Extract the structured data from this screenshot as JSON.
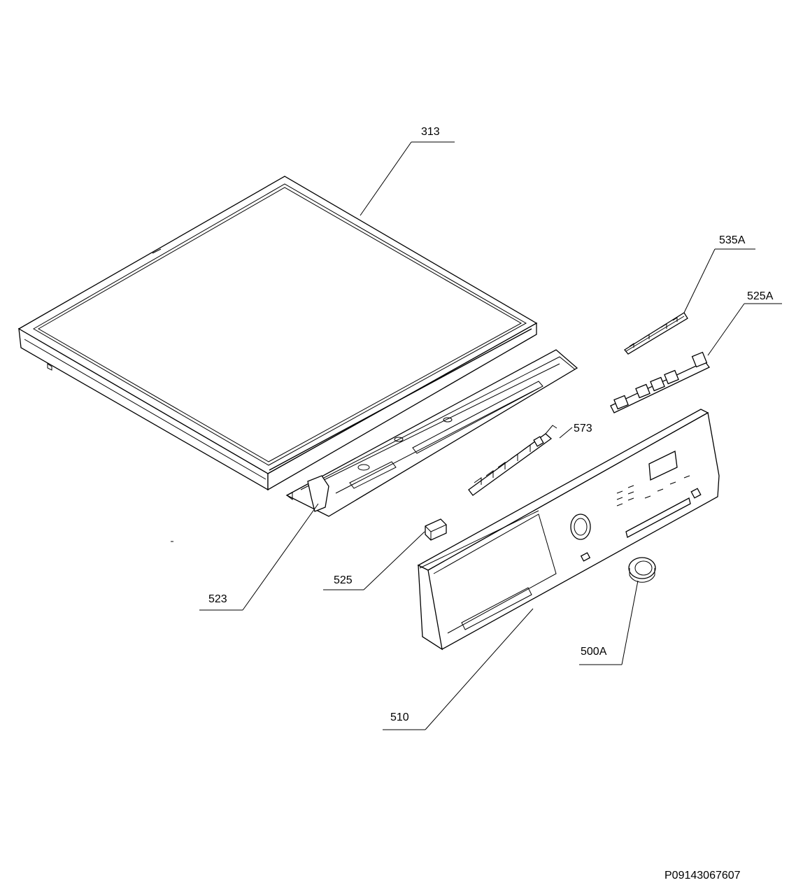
{
  "parts": {
    "p313": "313",
    "p535a": "535A",
    "p525a": "525A",
    "p573": "573",
    "p523": "523",
    "p525": "525",
    "p510": "510",
    "p500a": "500A"
  },
  "document_id": "P09143067607"
}
